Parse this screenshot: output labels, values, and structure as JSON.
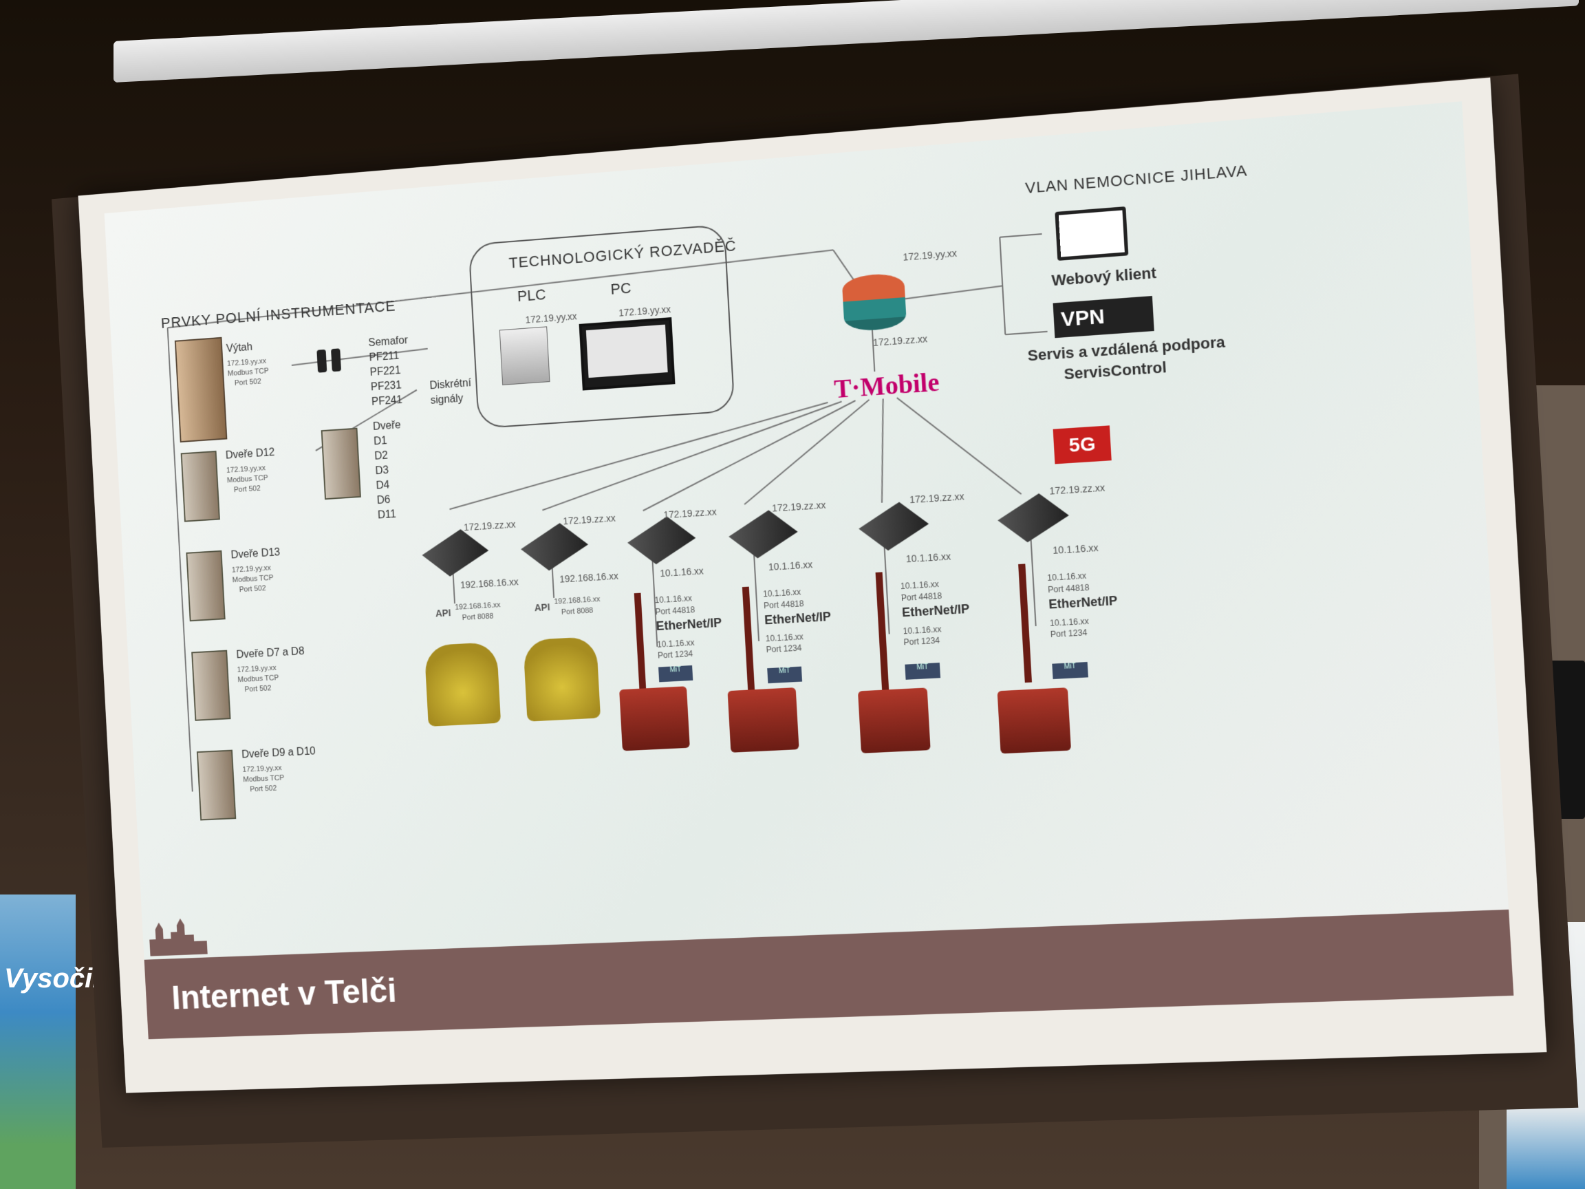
{
  "slide": {
    "footer_title": "Internet v Telči",
    "header_field": "PRVKY POLNÍ INSTRUMENTACE",
    "header_cabinet": "TECHNOLOGICKÝ ROZVADĚČ",
    "header_vlan": "VLAN NEMOCNICE JIHLAVA",
    "plc": "PLC",
    "pc": "PC",
    "ip_plc": "172.19.yy.xx",
    "ip_pc": "172.19.yy.xx",
    "ip_router_top": "172.19.yy.xx",
    "ip_router_bottom": "172.19.zz.xx",
    "webovy_klient": "Webový klient",
    "vpn": "VPN",
    "servis_line1": "Servis a vzdálená podpora",
    "servis_line2": "ServisControl",
    "tmobile": "T·Mobile",
    "fiveg": "5G",
    "semafor": [
      "Semafor",
      "PF211",
      "PF221",
      "PF231",
      "PF241"
    ],
    "discrete": [
      "Diskrétní",
      "signály"
    ],
    "dvere": [
      "Dveře",
      "D1",
      "D2",
      "D3",
      "D4",
      "D6",
      "D11"
    ],
    "field_devices": [
      {
        "name": "Výtah",
        "ip": "172.19.yy.xx",
        "proto": "Modbus TCP",
        "port": "Port 502"
      },
      {
        "name": "Dveře D12",
        "ip": "172.19.yy.xx",
        "proto": "Modbus TCP",
        "port": "Port 502"
      },
      {
        "name": "Dveře D13",
        "ip": "172.19.yy.xx",
        "proto": "Modbus TCP",
        "port": "Port 502"
      },
      {
        "name": "Dveře D7 a D8",
        "ip": "172.19.yy.xx",
        "proto": "Modbus TCP",
        "port": "Port 502"
      },
      {
        "name": "Dveře D9 a D10",
        "ip": "172.19.yy.xx",
        "proto": "Modbus TCP",
        "port": "Port 502"
      }
    ],
    "modems": [
      {
        "wan": "172.19.zz.xx",
        "lan": "192.168.16.xx",
        "dev_ip": "192.168.16.xx",
        "dev_port": "Port 8088",
        "proto": ""
      },
      {
        "wan": "172.19.zz.xx",
        "lan": "192.168.16.xx",
        "dev_ip": "192.168.16.xx",
        "dev_port": "Port 8088",
        "proto": ""
      },
      {
        "wan": "172.19.zz.xx",
        "lan": "10.1.16.xx",
        "dev_ip": "10.1.16.xx",
        "dev_port": "Port 44818",
        "proto": "EtherNet/IP",
        "dev_ip2": "10.1.16.xx",
        "dev_port2": "Port 1234"
      },
      {
        "wan": "172.19.zz.xx",
        "lan": "10.1.16.xx",
        "dev_ip": "10.1.16.xx",
        "dev_port": "Port 44818",
        "proto": "EtherNet/IP",
        "dev_ip2": "10.1.16.xx",
        "dev_port2": "Port 1234"
      },
      {
        "wan": "172.19.zz.xx",
        "lan": "10.1.16.xx",
        "dev_ip": "10.1.16.xx",
        "dev_port": "Port 44818",
        "proto": "EtherNet/IP",
        "dev_ip2": "10.1.16.xx",
        "dev_port2": "Port 1234"
      },
      {
        "wan": "172.19.zz.xx",
        "lan": "10.1.16.xx",
        "dev_ip": "10.1.16.xx",
        "dev_port": "Port 44818",
        "proto": "EtherNet/IP",
        "dev_ip2": "10.1.16.xx",
        "dev_port2": "Port 1234"
      }
    ],
    "mit_label": "MiT",
    "api_label": "API"
  },
  "colors": {
    "footer": "#7c5d5a",
    "tmobile": "#c2006b",
    "fiveg": "#c8201e"
  },
  "room": {
    "banner_left_text": "Vysočina"
  }
}
